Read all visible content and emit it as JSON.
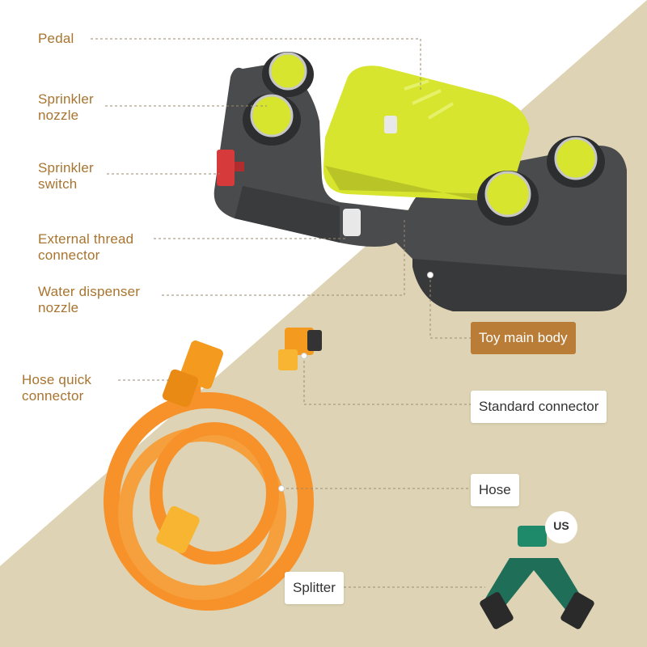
{
  "labels": {
    "pedal": "Pedal",
    "sprinkler_nozzle": [
      "Sprinkler",
      "nozzle"
    ],
    "sprinkler_switch": [
      "Sprinkler",
      "switch"
    ],
    "external_thread": [
      "External thread",
      "connector"
    ],
    "water_dispenser": [
      "Water dispenser",
      "nozzle"
    ],
    "hose_quick": [
      "Hose quick",
      "connector"
    ]
  },
  "tags": {
    "toy_main_body": "Toy main body",
    "standard_connector": "Standard connector",
    "hose": "Hose",
    "splitter": "Splitter",
    "us": "US"
  },
  "colors": {
    "label_text": "#a8742f",
    "beige_band": "#ded4b5",
    "tag_brown": "#b97d37",
    "body_gray": "#4a4b4c",
    "pedal_yellow": "#d7e52e",
    "hose_orange": "#f7912a",
    "splitter_green": "#1f8a6a"
  }
}
